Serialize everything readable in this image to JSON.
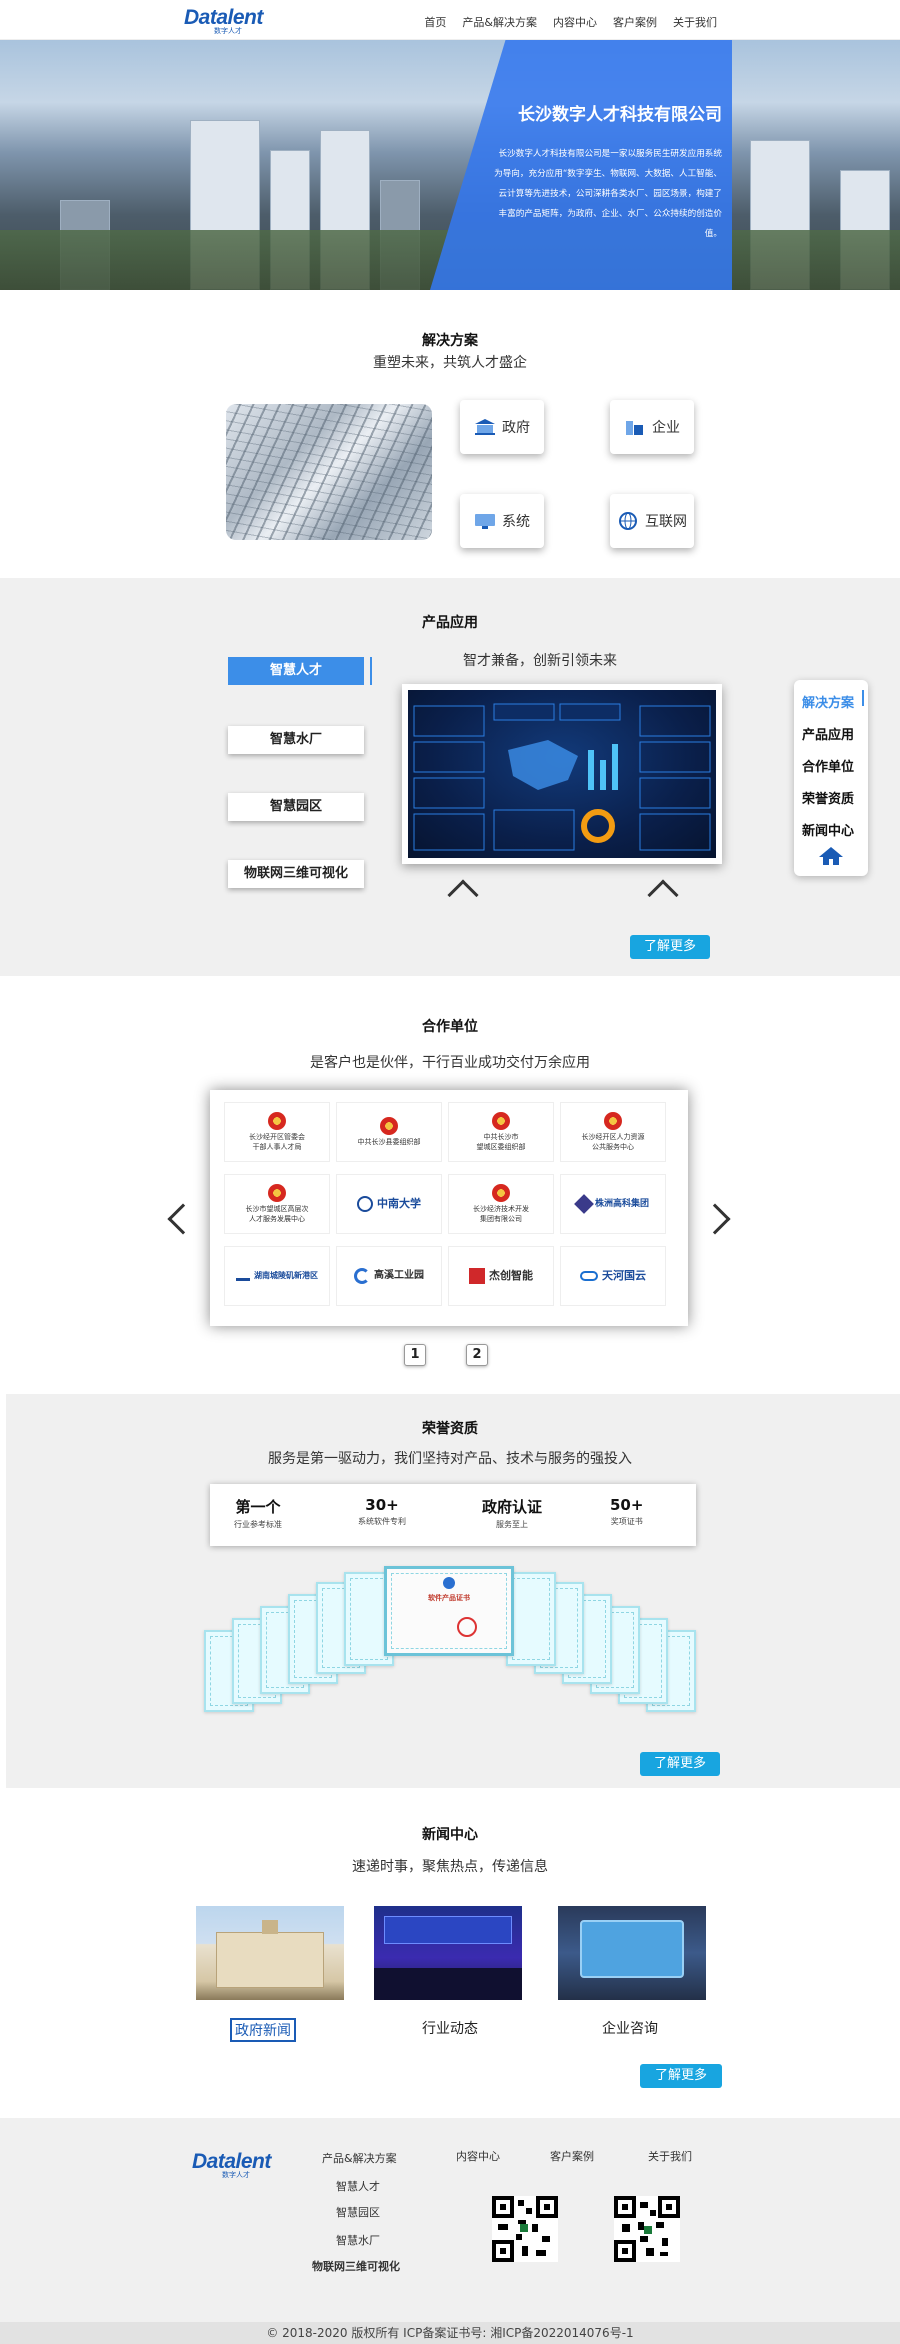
{
  "header": {
    "logo_text": "Datalent",
    "logo_sub": "数字人才",
    "nav": [
      "首页",
      "产品&解决方案",
      "内容中心",
      "客户案例",
      "关于我们"
    ]
  },
  "hero": {
    "title": "长沙数字人才科技有限公司",
    "desc": "长沙数字人才科技有限公司是一家以服务民生研发应用系统为导向，充分应用“数字孪生、物联网、大数据、人工智能、云计算等先进技术，公司深耕各类水厂、园区场景，构建了丰富的产品矩阵，为政府、企业、水厂、公众持续的创造价值。"
  },
  "solutions": {
    "title": "解决方案",
    "subtitle": "重塑未来，共筑人才盛企",
    "cards": [
      {
        "label": "政府",
        "icon": "government-icon"
      },
      {
        "label": "企业",
        "icon": "enterprise-icon"
      },
      {
        "label": "系统",
        "icon": "system-icon"
      },
      {
        "label": "互联网",
        "icon": "internet-icon"
      }
    ]
  },
  "products": {
    "title": "产品应用",
    "subtitle": "智才兼备，创新引领未来",
    "tabs": [
      "智慧人才",
      "智慧水厂",
      "智慧园区",
      "物联网三维可视化"
    ],
    "more": "了解更多"
  },
  "sidenav": {
    "items": [
      "解决方案",
      "产品应用",
      "合作单位",
      "荣誉资质",
      "新闻中心"
    ]
  },
  "partners": {
    "title": "合作单位",
    "subtitle": "是客户也是伙伴，干行百业成功交付万余应用",
    "cells": [
      "长沙经开区管委会\n干部人事人才局",
      "中共长沙县委组织部",
      "中共长沙市\n望城区委组织部",
      "长沙经开区人力资源\n公共服务中心",
      "长沙市望城区高层次\n人才服务发展中心",
      "中南大学",
      "长沙经济技术开发\n集团有限公司",
      "株洲高科集团",
      "湖南城陵矶新港区",
      "高溪工业园",
      "杰创智能",
      "天河国云"
    ],
    "pages": [
      "1",
      "2"
    ]
  },
  "honors": {
    "title": "荣誉资质",
    "subtitle": "服务是第一驱动力，我们坚持对产品、技术与服务的强投入",
    "stats": [
      {
        "big": "第一个",
        "small": "行业参考标准"
      },
      {
        "big": "30+",
        "small": "系统软件专利"
      },
      {
        "big": "政府认证",
        "small": "服务至上"
      },
      {
        "big": "50+",
        "small": "奖项证书"
      }
    ],
    "cert_title": "软件产品证书",
    "more": "了解更多"
  },
  "news": {
    "title": "新闻中心",
    "subtitle": "速递时事，聚焦热点，传递信息",
    "items": [
      "政府新闻",
      "行业动态",
      "企业咨询"
    ],
    "more": "了解更多"
  },
  "footer": {
    "col1_title": "产品&解决方案",
    "col1_links": [
      "智慧人才",
      "智慧园区",
      "智慧水厂",
      "物联网三维可视化"
    ],
    "col2_title": "内容中心",
    "col3_title": "客户案例",
    "col4_title": "关于我们",
    "copyright": "© 2018-2020 版权所有 ICP备案证书号: 湘ICP备2022014076号-1"
  },
  "colors": {
    "brand": "#1a5bb5",
    "accent": "#3c8ee8",
    "button": "#18a5e0"
  }
}
